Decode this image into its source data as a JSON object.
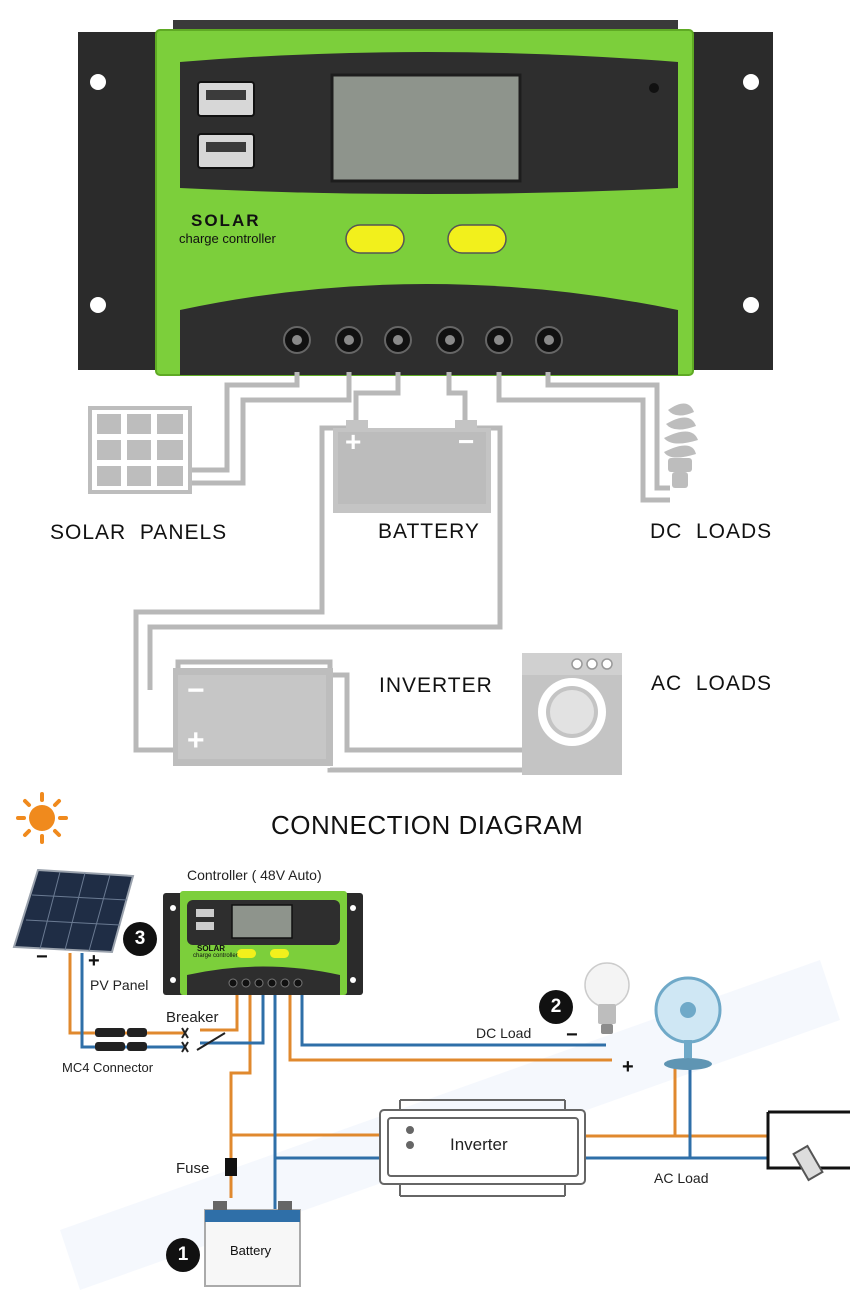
{
  "controller": {
    "brand": "SOLAR",
    "subtitle": "charge controller"
  },
  "top_diagram": {
    "solar_panels": "SOLAR  PANELS",
    "battery": "BATTERY",
    "dc_loads": "DC  LOADS",
    "inverter": "INVERTER",
    "ac_loads": "AC  LOADS",
    "battery_plus": "+",
    "battery_minus": "−",
    "inverter_plus": "+",
    "inverter_minus": "−"
  },
  "section_title": "CONNECTION DIAGRAM",
  "bottom_diagram": {
    "controller_label": "Controller ( 48V Auto)",
    "mini_brand": "SOLAR",
    "mini_subtitle": "charge controller",
    "pv_panel": "PV Panel",
    "pv_minus": "−",
    "pv_plus": "+",
    "breaker": "Breaker",
    "mc4": "MC4 Connector",
    "dc_load": "DC Load",
    "dc_minus": "−",
    "dc_plus": "+",
    "inverter": "Inverter",
    "fuse": "Fuse",
    "battery": "Battery",
    "ac_load": "AC Load",
    "badges": [
      "1",
      "2",
      "3"
    ]
  },
  "colors": {
    "controller_green": "#7ccf3b",
    "controller_dark": "#2e2e2e",
    "button_yellow": "#f2f01c",
    "wire_gray": "#b5b5b5",
    "wire_orange": "#e0892e",
    "wire_blue": "#2f6fa8",
    "sun_orange": "#f08a1d"
  }
}
